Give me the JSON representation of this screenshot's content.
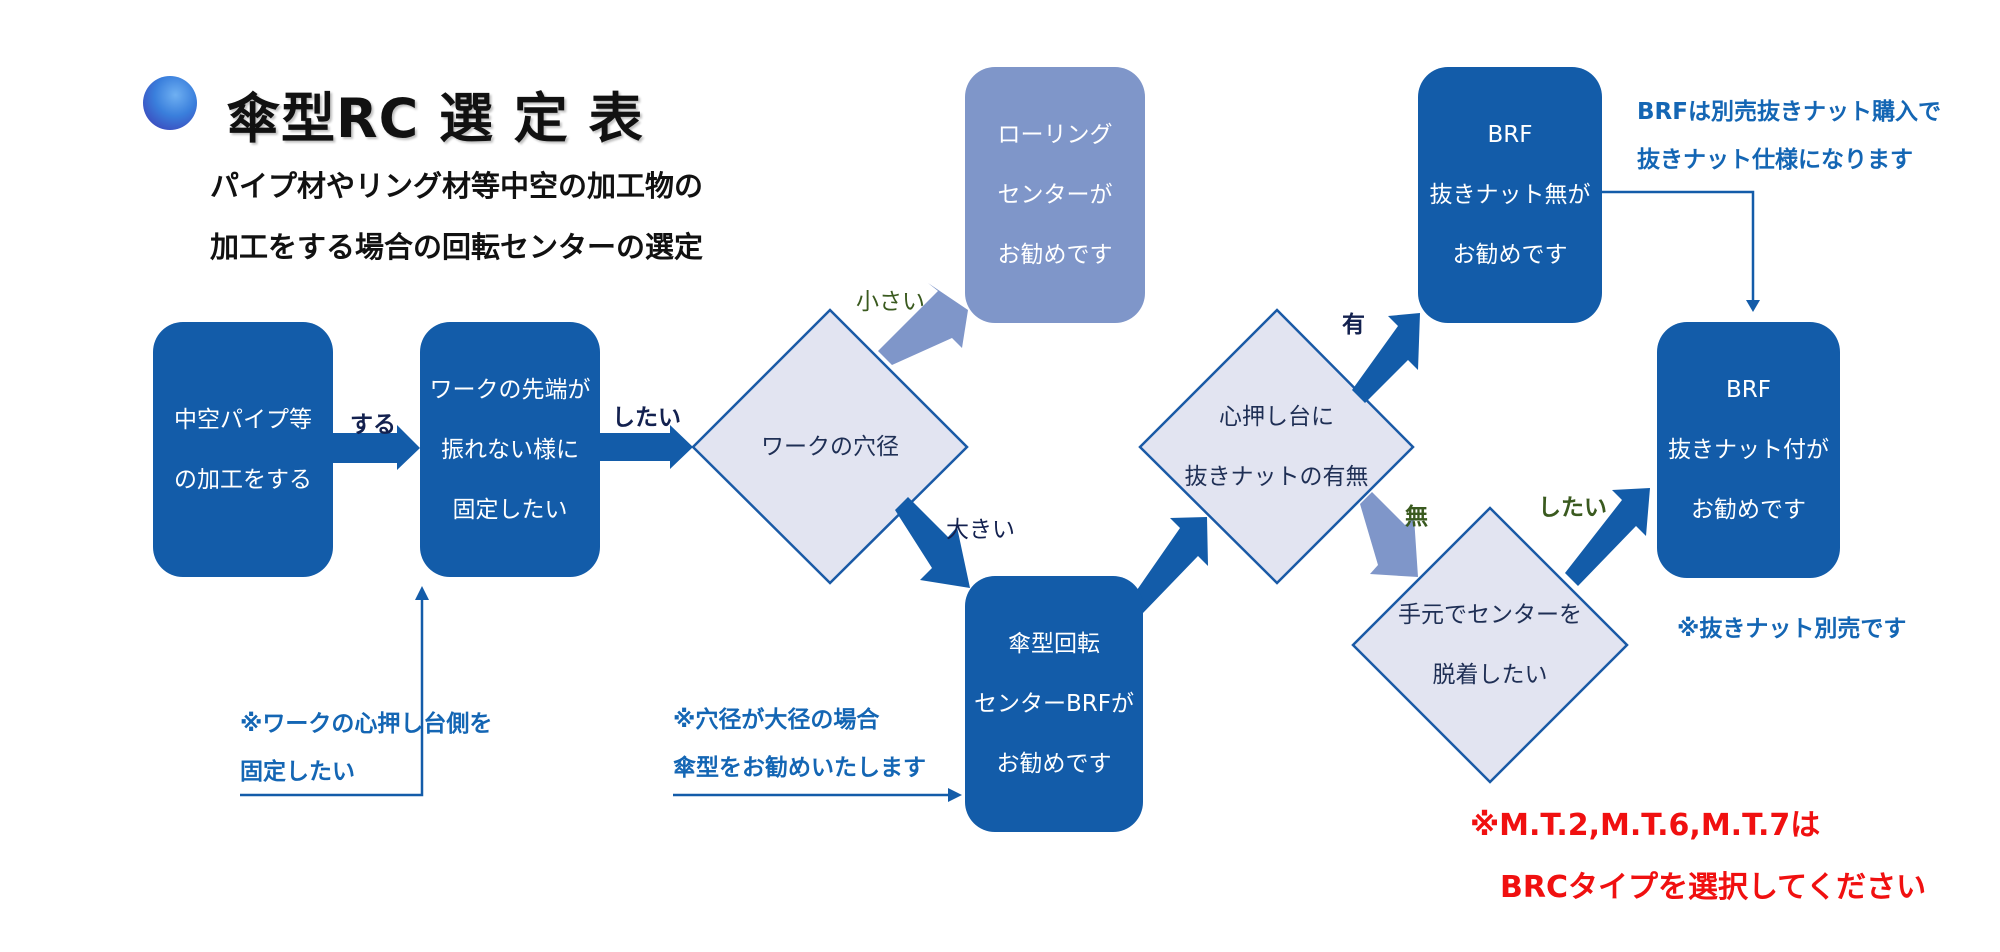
{
  "header": {
    "title": "傘型RC 選 定 表",
    "subtitle_lines": [
      "パイプ材やリング材等中空の加工物の",
      "加工をする場合の回転センターの選定"
    ],
    "bullet_icon": "blue-sphere"
  },
  "colors": {
    "box_dark": "#135ca9",
    "box_light": "#7f96c9",
    "diamond_fill": "#e2e4f1",
    "diamond_stroke": "#1a5aa6",
    "note_blue": "#1466b4",
    "label_green": "#3a5a1f",
    "label_navy": "#13214f",
    "warning_red": "#f01010"
  },
  "nodes": {
    "start": {
      "lines": [
        "中空パイプ等",
        "の加工をする"
      ]
    },
    "fix_tip": {
      "lines": [
        "ワークの先端が",
        "振れない様に",
        "固定したい"
      ]
    },
    "hole_diameter": {
      "lines": [
        "ワークの穴径"
      ]
    },
    "rolling_center": {
      "lines": [
        "ローリング",
        "センターが",
        "お勧めです"
      ]
    },
    "umbrella_brf": {
      "lines": [
        "傘型回転",
        "センターBRFが",
        "お勧めです"
      ]
    },
    "tailstock_nut": {
      "lines": [
        "心押し台に",
        "抜きナットの有無"
      ]
    },
    "brf_no_nut": {
      "lines": [
        "BRF",
        "抜きナット無が",
        "お勧めです"
      ]
    },
    "detach_by_hand": {
      "lines": [
        "手元でセンターを",
        "脱着したい"
      ]
    },
    "brf_with_nut": {
      "lines": [
        "BRF",
        "抜きナット付が",
        "お勧めです"
      ]
    }
  },
  "edge_labels": {
    "suru": "する",
    "shitai_1": "したい",
    "chiisai": "小さい",
    "ookii": "大きい",
    "ari": "有",
    "nashi": "無",
    "shitai_2": "したい"
  },
  "notes": {
    "tailstock_side": [
      "※ワークの心押し台側を",
      "固定したい"
    ],
    "large_hole": [
      "※穴径が大径の場合",
      "傘型をお勧めいたします"
    ],
    "brf_nut_purchase": [
      "BRFは別売抜きナット購入で",
      "抜きナット仕様になります"
    ],
    "nut_sold_separately": "※抜きナット別売です",
    "warning": [
      "※M.T.2,M.T.6,M.T.7は",
      "BRCタイプを選択してください"
    ]
  }
}
